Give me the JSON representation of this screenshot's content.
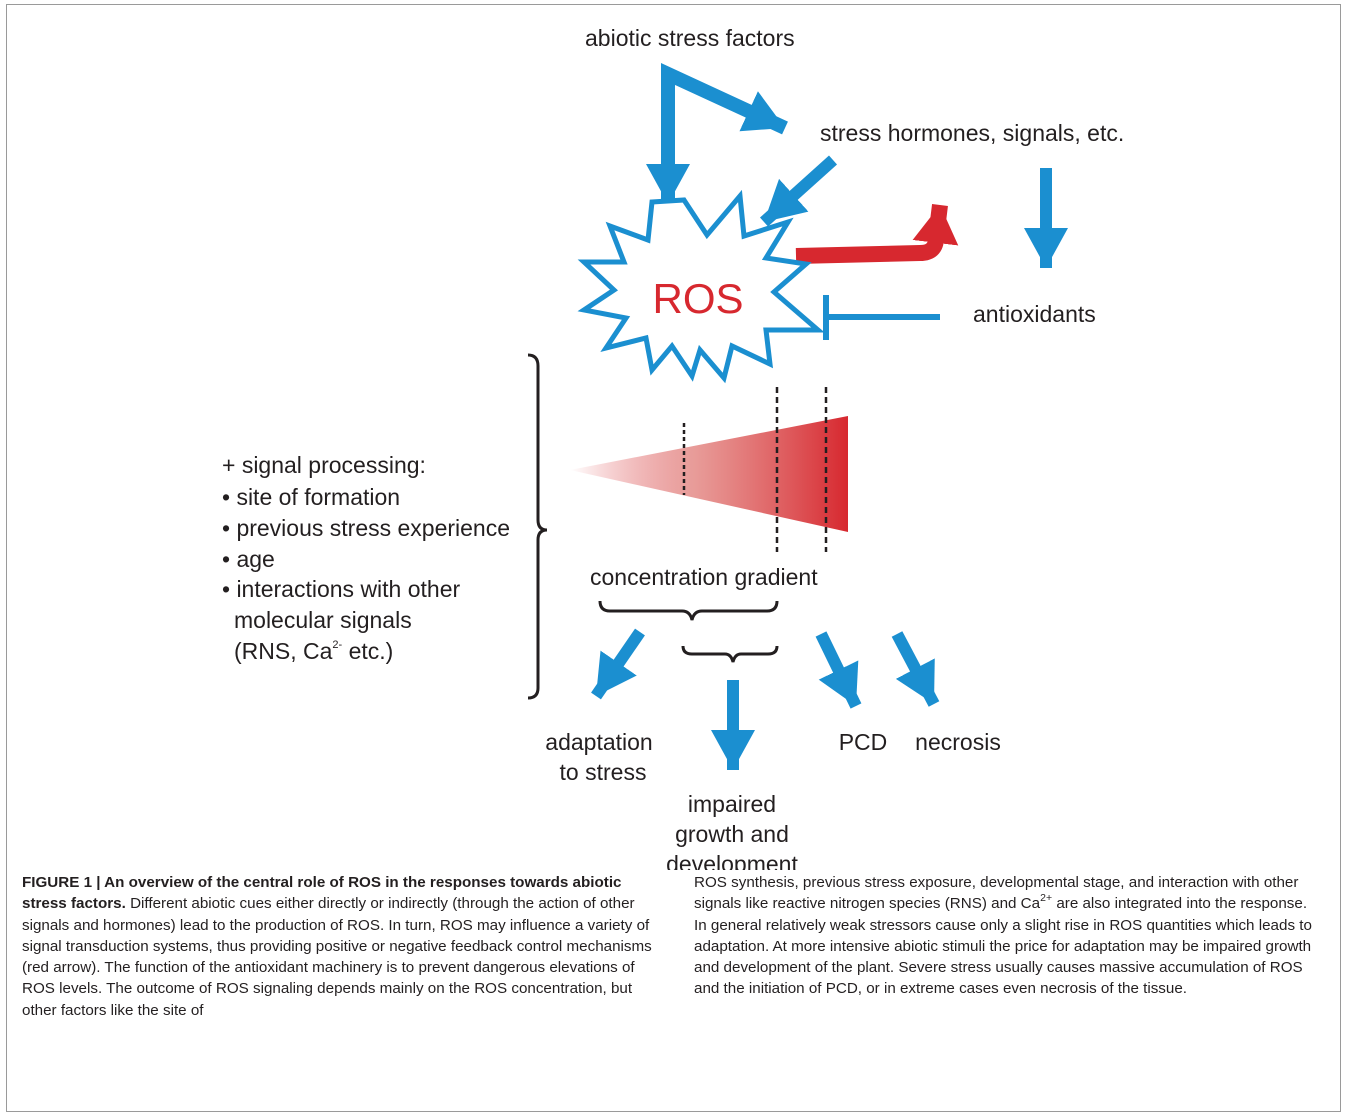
{
  "colors": {
    "blue_arrow": "#1b8fd0",
    "red_arrow": "#d7282f",
    "text": "#231f20"
  },
  "diagram": {
    "abiotic": "abiotic stress factors",
    "hormones": "stress hormones, signals, etc.",
    "ros": "ROS",
    "antioxidants": "antioxidants",
    "signal_processing": {
      "heading": "+ signal processing:",
      "items": [
        "• site of formation",
        "• previous stress experience",
        "• age",
        "• interactions with other"
      ],
      "continuation": "molecular signals",
      "last_line_pre": "(RNS, Ca",
      "last_line_sup": "2-",
      "last_line_post": " etc.)"
    },
    "gradient_label": "concentration gradient",
    "outcomes": {
      "adaptation": [
        "adaptation",
        "to stress"
      ],
      "impaired": [
        "impaired",
        "growth and",
        "development"
      ],
      "pcd": "PCD",
      "necrosis": "necrosis"
    }
  },
  "caption": {
    "label": "FIGURE 1 | An overview of the central role of ROS in the responses towards abiotic stress factors.",
    "body_left": " Different abiotic cues either directly or indirectly (through the action of other signals and hormones) lead to the production of ROS. In turn, ROS may influence a variety of signal transduction systems, thus providing positive or negative feedback control mechanisms (red arrow). The function of the antioxidant machinery is to prevent dangerous elevations of ROS levels. The outcome of ROS signaling depends mainly on the ROS concentration, but other factors like the site of",
    "right_pre": "ROS synthesis, previous stress exposure, developmental stage, and interaction with other signals like reactive nitrogen species (RNS) and Ca",
    "right_sup": "2+",
    "right_post": " are also integrated into the response. In general relatively weak stressors cause only a slight rise in ROS quantities which leads to adaptation. At more intensive abiotic stimuli the price for adaptation may be impaired growth and development of the plant. Severe stress usually causes massive accumulation of ROS and the initiation of PCD, or in extreme cases even necrosis of the tissue."
  }
}
